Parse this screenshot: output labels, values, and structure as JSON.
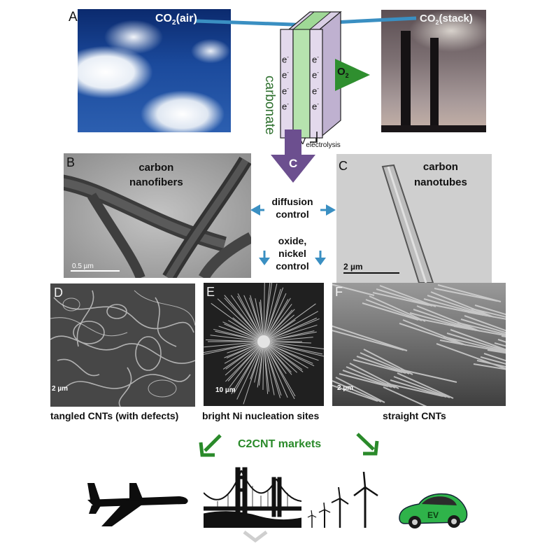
{
  "panels": {
    "a": {
      "letter": "A",
      "co2_air_label": "CO",
      "co2_air_sub": "2",
      "co2_air_suffix": "(air)",
      "co2_stack_label": "CO",
      "co2_stack_sub": "2",
      "co2_stack_suffix": "(stack)",
      "electrolyte_label": "carbonate",
      "electron": "e",
      "electron_sup": "-",
      "oxygen_label": "O",
      "oxygen_sub": "2",
      "voltage_label": "V",
      "voltage_sub": "electrolysis",
      "carbon_label": "C"
    },
    "b": {
      "letter": "B",
      "title_line1": "carbon",
      "title_line2": "nanofibers",
      "scale": "0.5 µm"
    },
    "c": {
      "letter": "C",
      "title_line1": "carbon",
      "title_line2": "nanotubes",
      "scale": "2 µm"
    },
    "middle": {
      "diffusion_line1": "diffusion",
      "diffusion_line2": "control",
      "oxide_line1": "oxide,",
      "oxide_line2": "nickel",
      "oxide_line3": "control"
    },
    "d": {
      "letter": "D",
      "scale": "2 µm",
      "caption": "tangled CNTs (with defects)"
    },
    "e": {
      "letter": "E",
      "scale": "10 µm",
      "caption": "bright Ni nucleation sites"
    },
    "f": {
      "letter": "F",
      "scale": "2 µm",
      "caption": "straight CNTs"
    }
  },
  "markets": {
    "title": "C2CNT markets",
    "car_badge": "EV",
    "icons": [
      "airplane-icon",
      "bridge-icon",
      "wind-turbines-icon",
      "electric-car-icon"
    ]
  },
  "colors": {
    "arrow_blue": "#3a8fc2",
    "arrow_green": "#2f8f2f",
    "arrow_purple": "#6c4f8f",
    "electrolyte_green": "#b6e3ae",
    "electrode_lavender": "#e3d9ec",
    "market_green": "#2a8a2a"
  }
}
